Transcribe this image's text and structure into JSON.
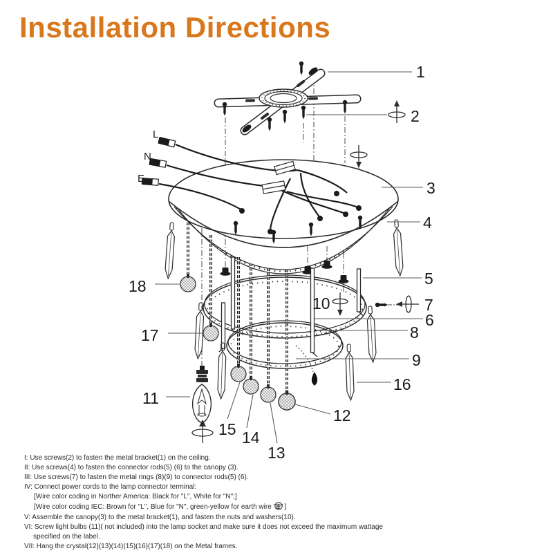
{
  "title": "Installation Directions",
  "colors": {
    "accent": "#D9771C",
    "ink": "#2b2b2b"
  },
  "diagram": {
    "wires": {
      "l": "L",
      "n": "N",
      "e": "E"
    },
    "parts": {
      "p1": "1",
      "p2": "2",
      "p3": "3",
      "p4": "4",
      "p5": "5",
      "p6": "6",
      "p7": "7",
      "p8": "8",
      "p9": "9",
      "p10": "10",
      "p11": "11",
      "p12": "12",
      "p13": "13",
      "p14": "14",
      "p15": "15",
      "p16": "16",
      "p17": "17",
      "p18": "18"
    }
  },
  "instructions": {
    "lines": [
      "I:  Use screws(2) to fasten the metal bracket(1) on the ceiling.",
      "II: Use screws(4) to fasten the connector rods(5) (6) to the canopy (3).",
      "III: Use screws(7) to fasten the metal rings (8)(9) to connector rods(5) (6).",
      "IV: Connect power cords to the lamp connector terminal:",
      "[Wire color coding in Norther America: Black for \"L\", White for \"N\";]",
      "[Wire color coding IEC: Brown for \"L\", Blue for \"N\", green-yellow for earth wire \"E\"",
      "V: Assemble the canopy(3) to the metal bracket(1), and fasten the nuts and washers(10).",
      "VI: Screw light bulbs (11)( not included) into the lamp socket and make sure it does not exceed the maximum wattage specified on the label.",
      "VII: Hang the crystal(12)(13)(14)(15)(16)(17)(18) on the Metal frames."
    ],
    "iec_suffix": "]"
  }
}
